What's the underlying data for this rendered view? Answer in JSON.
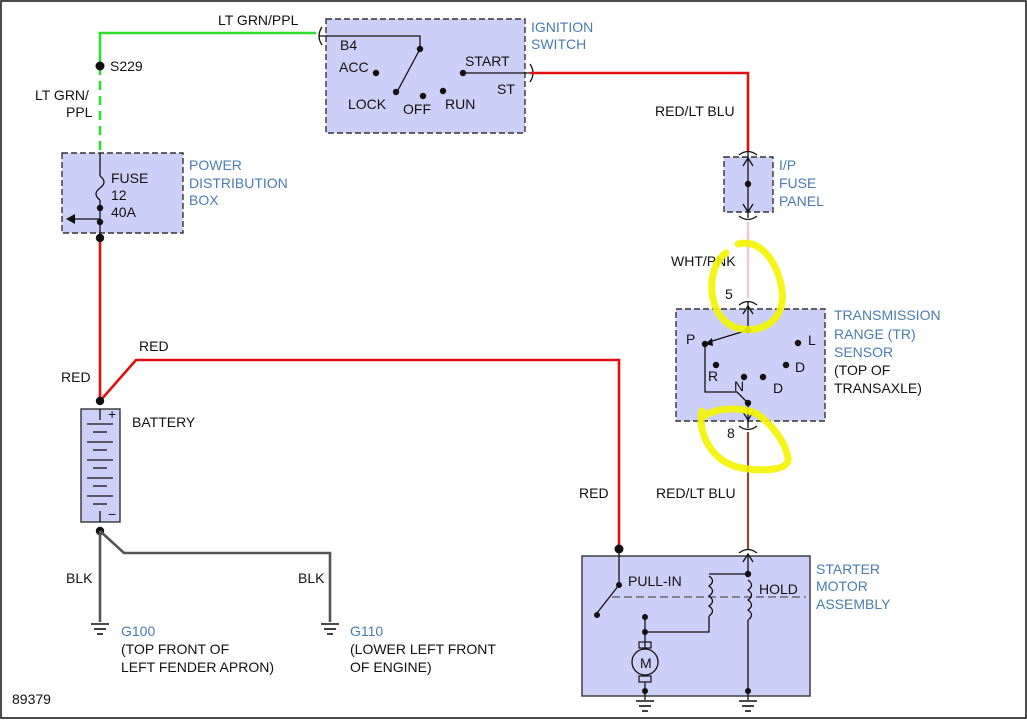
{
  "ignition_switch": {
    "caption": [
      "IGNITION",
      "SWITCH"
    ],
    "positions": {
      "b4": "B4",
      "acc": "ACC",
      "lock": "LOCK",
      "off": "OFF",
      "run": "RUN",
      "start": "START",
      "st": "ST"
    }
  },
  "splice": "S229",
  "wires": {
    "top_green": "LT GRN/PPL",
    "left_green": [
      "LT GRN/",
      "PPL"
    ],
    "red_lt_blu_top": "RED/LT BLU",
    "wht_pnk": "WHT/PNK",
    "red_lt_blu_bottom": "RED/LT BLU",
    "red_main": "RED",
    "red_battery": "RED",
    "red_starter": "RED",
    "blk_left": "BLK",
    "blk_right": "BLK"
  },
  "power_distribution_box": {
    "caption": [
      "POWER",
      "DISTRIBUTION",
      "BOX"
    ],
    "fuse": [
      "FUSE",
      "12",
      "40A"
    ]
  },
  "ip_fuse_panel": {
    "caption": [
      "I/P",
      "FUSE",
      "PANEL"
    ]
  },
  "tr_sensor": {
    "caption": [
      "TRANSMISSION",
      "RANGE (TR)",
      "SENSOR"
    ],
    "note": [
      "(TOP OF",
      "TRANSAXLE)"
    ],
    "pins": {
      "top": "5",
      "bottom": "8"
    },
    "positions": {
      "p": "P",
      "r": "R",
      "n": "N",
      "d1": "D",
      "d2": "D",
      "l": "L"
    }
  },
  "battery": {
    "label": "BATTERY",
    "plus": "+",
    "minus": "−"
  },
  "grounds": [
    {
      "id": "G100",
      "desc": [
        "(TOP FRONT OF",
        "LEFT FENDER APRON)"
      ]
    },
    {
      "id": "G110",
      "desc": [
        "(LOWER LEFT FRONT",
        "OF ENGINE)"
      ]
    }
  ],
  "starter": {
    "caption": [
      "STARTER",
      "MOTOR",
      "ASSEMBLY"
    ],
    "pull_in": "PULL-IN",
    "hold": "HOLD",
    "motor": "M"
  },
  "figure_id": "89379"
}
